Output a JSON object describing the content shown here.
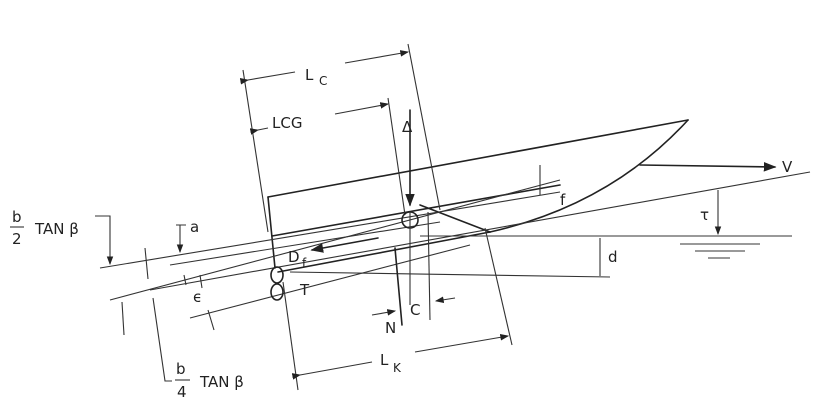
{
  "diagram": {
    "labels": {
      "lc": "L",
      "lc_sub": "C",
      "lcg": "LCG",
      "delta": "Δ",
      "v": "V",
      "tau": "τ",
      "f": "f",
      "d": "d",
      "a": "a",
      "df": "D",
      "df_sub": "f",
      "epsilon": "ϵ",
      "t": "T",
      "n": "N",
      "c": "C",
      "lk": "L",
      "lk_sub": "K",
      "half_b_num": "b",
      "half_b_den": "2",
      "half_b_tan": "TAN β",
      "quarter_b_num": "b",
      "quarter_b_den": "4",
      "quarter_b_tan": "TAN β"
    }
  }
}
